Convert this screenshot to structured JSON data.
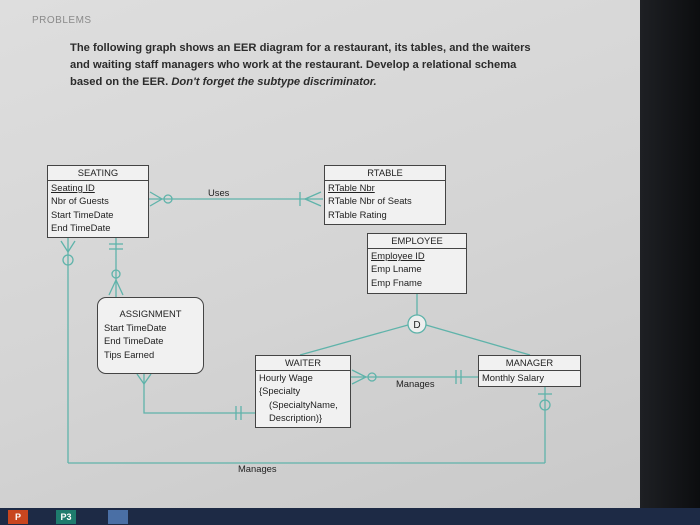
{
  "section_label": "PROBLEMS",
  "problem": {
    "line1": "The following graph shows an EER diagram for a restaurant, its tables, and the waiters",
    "line2": "and waiting staff managers who work at the restaurant. Develop a relational schema",
    "line3_plain": "based on the EER. ",
    "line3_emphasis": "Don't forget the subtype discriminator."
  },
  "entities": {
    "seating": {
      "title": "SEATING",
      "attrs": [
        "Seating ID",
        "Nbr of Guests",
        "Start TimeDate",
        "End TimeDate"
      ]
    },
    "rtable": {
      "title": "RTABLE",
      "attrs": [
        "RTable Nbr",
        "RTable Nbr of Seats",
        "RTable Rating"
      ]
    },
    "employee": {
      "title": "EMPLOYEE",
      "attrs": [
        "Employee ID",
        "Emp Lname",
        "Emp Fname"
      ]
    },
    "assignment": {
      "title": "ASSIGNMENT",
      "attrs": [
        "Start TimeDate",
        "End TimeDate",
        "Tips Earned"
      ]
    },
    "waiter": {
      "title": "WAITER",
      "attrs": [
        "Hourly Wage",
        "{Specialty",
        "(SpecialtyName,",
        "Description)}"
      ]
    },
    "manager": {
      "title": "MANAGER",
      "attrs": [
        "Monthly Salary"
      ]
    }
  },
  "relationships": {
    "uses": "Uses",
    "manages_top": "Manages",
    "manages_bottom": "Manages"
  },
  "subtype_discriminator": "D",
  "taskbar": {
    "app1": "P",
    "app2": "P3"
  },
  "colors": {
    "line": "#5fb3aa",
    "border": "#444444",
    "paper": "#d6d6d6"
  }
}
